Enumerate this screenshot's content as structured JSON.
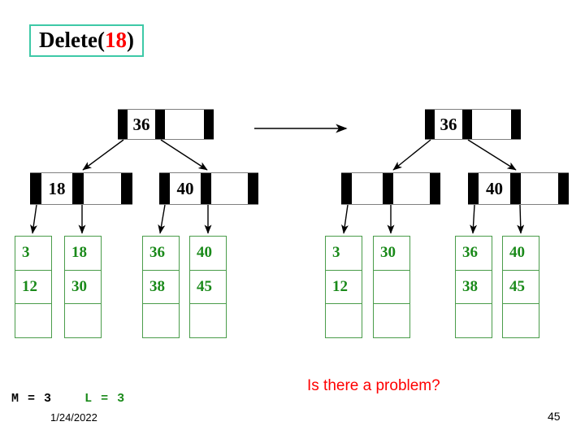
{
  "slide": {
    "title_prefix": "Delete(",
    "title_arg": "18",
    "title_suffix": ")",
    "accent_border": "#3ec9a7",
    "arg_color": "#ff0000",
    "green": "#1a8a1a",
    "leaf_border": "#4a9c4a"
  },
  "before": {
    "root": {
      "key": "36"
    },
    "children": [
      {
        "key": "18"
      },
      {
        "key": "40"
      }
    ],
    "leaves": [
      {
        "cells": [
          "3",
          "12",
          ""
        ]
      },
      {
        "cells": [
          "18",
          "30",
          ""
        ]
      },
      {
        "cells": [
          "36",
          "38",
          ""
        ]
      },
      {
        "cells": [
          "40",
          "45",
          ""
        ]
      }
    ]
  },
  "after": {
    "root": {
      "key": "36"
    },
    "children": [
      {
        "key": ""
      },
      {
        "key": "40"
      }
    ],
    "leaves": [
      {
        "cells": [
          "3",
          "12",
          ""
        ]
      },
      {
        "cells": [
          "30",
          "",
          ""
        ]
      },
      {
        "cells": [
          "36",
          "38",
          ""
        ]
      },
      {
        "cells": [
          "40",
          "45",
          ""
        ]
      }
    ]
  },
  "footer": {
    "question": "Is there a problem?",
    "m_label": "M = 3",
    "l_label": "L = 3",
    "date": "1/24/2022",
    "page_number": "45"
  }
}
